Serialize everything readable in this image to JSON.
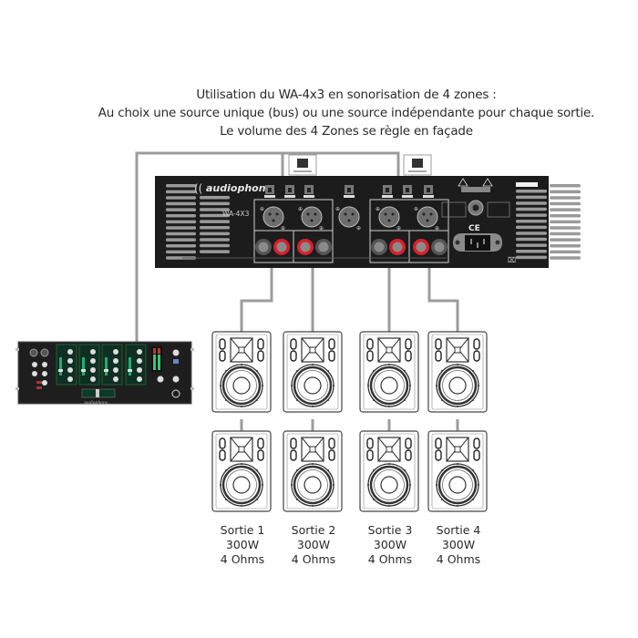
{
  "title": {
    "line1": "Utilisation du WA-4x3 en sonorisation de 4 zones :",
    "line2": "Au choix une source unique (bus) ou une source indépendante pour chaque sortie.",
    "line3": "Le volume des 4 Zones se règle en façade"
  },
  "amplifier": {
    "brand": "audiophony",
    "model": "WA-4X3",
    "mark_ce": "CE",
    "colors": {
      "panel": "#1c1c1c",
      "vent": "#9a9a9a",
      "terminal_red": "#d8202a",
      "terminal_grey": "#6a6a6a"
    }
  },
  "mixer": {
    "brand": "audiophony"
  },
  "cable_color": "#9c9c9c",
  "speakers": [
    {
      "output": "Sortie 1",
      "power": "300W",
      "impedance": "4 Ohms"
    },
    {
      "output": "Sortie 2",
      "power": "300W",
      "impedance": "4 Ohms"
    },
    {
      "output": "Sortie 3",
      "power": "300W",
      "impedance": "4 Ohms"
    },
    {
      "output": "Sortie 4",
      "power": "300W",
      "impedance": "4 Ohms"
    }
  ]
}
